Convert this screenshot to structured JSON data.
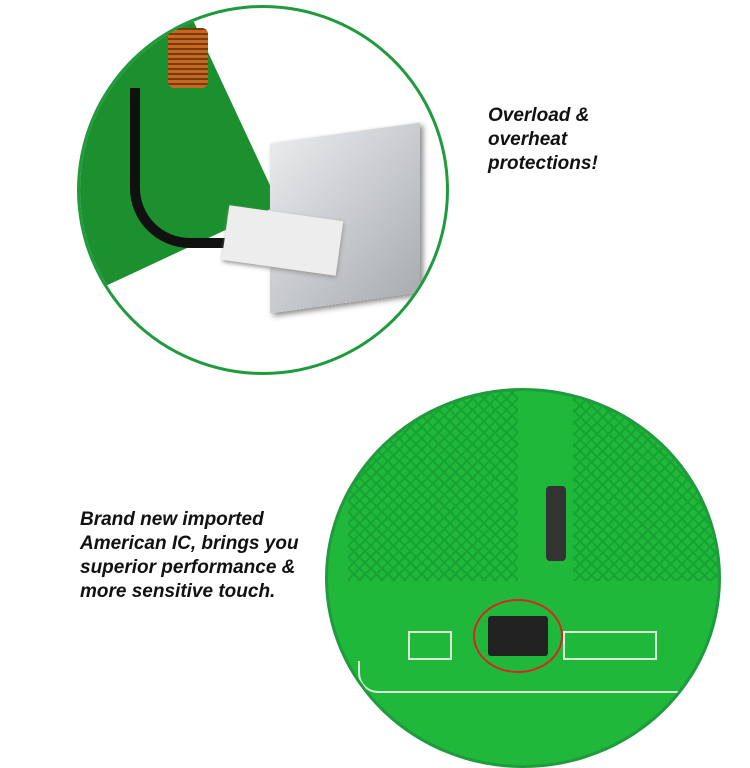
{
  "captions": {
    "overload": [
      "Overload &",
      "overheat",
      "protections!"
    ],
    "ic": [
      "Brand new imported",
      "American IC, brings you",
      "superior performance &",
      "more sensitive touch."
    ]
  },
  "colors": {
    "ring": "#1f9a3c",
    "pcb": "#1fb83a"
  }
}
